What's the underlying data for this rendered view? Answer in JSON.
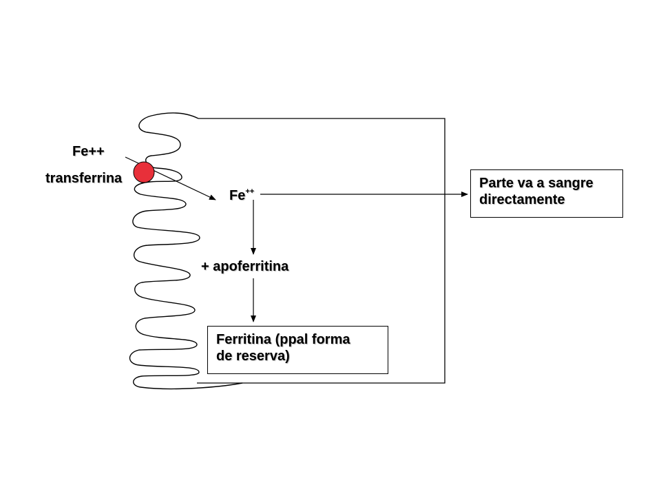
{
  "diagram": {
    "labels": {
      "fe_outside": "Fe++",
      "transferrina": "transferrina",
      "fe_inside_base": "Fe",
      "fe_inside_sup": "++",
      "apoferritina": "+ apoferritina"
    },
    "boxes": {
      "sangre_line1": "Parte va a sangre",
      "sangre_line2": "directamente",
      "ferritina_line1": "Ferritina (ppal forma",
      "ferritina_line2": "de reserva)"
    },
    "colors": {
      "receptor": "#e8303a",
      "line": "#000000"
    }
  }
}
